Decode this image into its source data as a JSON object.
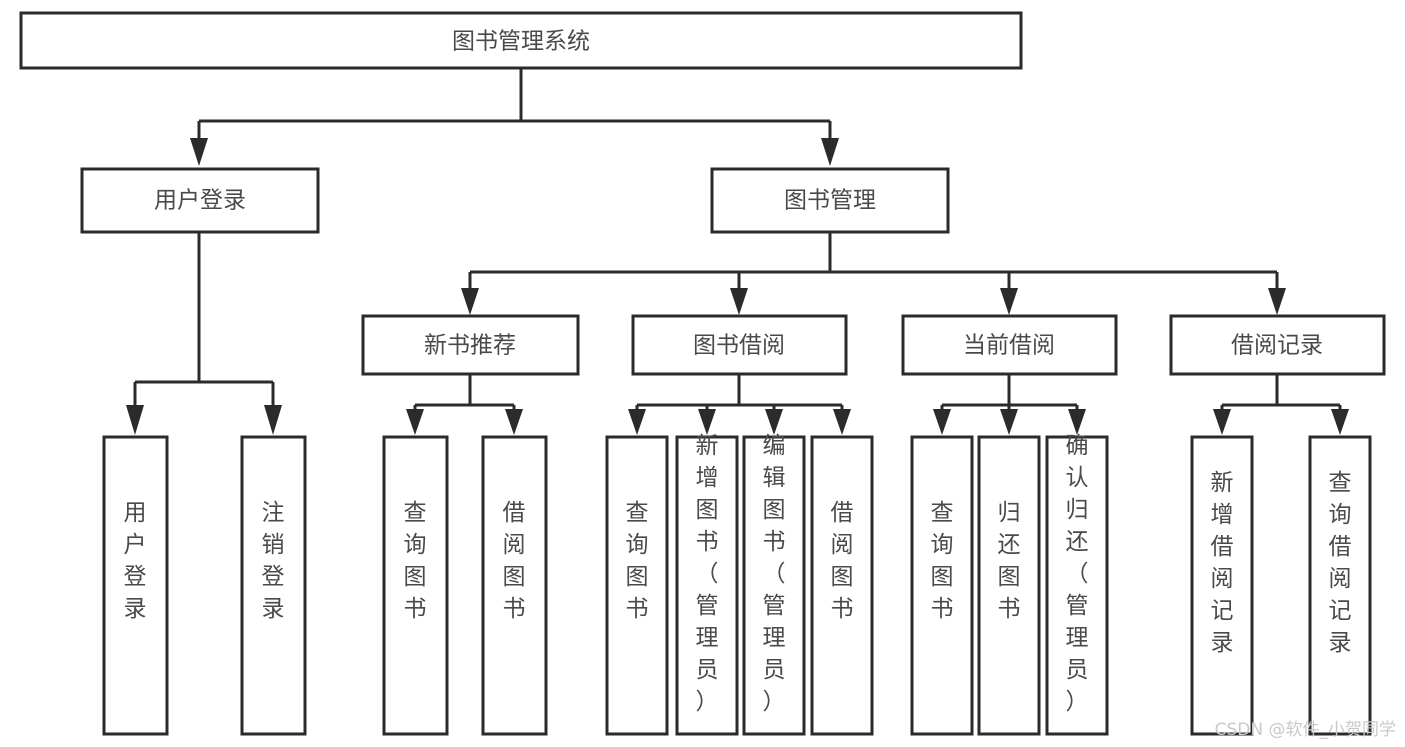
{
  "diagram": {
    "type": "tree-hierarchy",
    "title": "图书管理系统",
    "orientation": "top-down",
    "colors": {
      "box_stroke": "#2b2b2b",
      "box_fill": "#ffffff",
      "text": "#4a4a4a",
      "connector": "#2b2b2b",
      "watermark": "#c9c9c9",
      "background": "#ffffff"
    },
    "levels": {
      "root": {
        "label": "图书管理系统"
      },
      "level2": [
        {
          "label": "用户登录"
        },
        {
          "label": "图书管理"
        }
      ],
      "level3": [
        {
          "label": "新书推荐"
        },
        {
          "label": "图书借阅"
        },
        {
          "label": "当前借阅"
        },
        {
          "label": "借阅记录"
        }
      ],
      "leaves": {
        "user_login": [
          {
            "label": "用户登录"
          },
          {
            "label": "注销登录"
          }
        ],
        "new_book_recommend": [
          {
            "label": "查询图书"
          },
          {
            "label": "借阅图书"
          }
        ],
        "book_borrow": [
          {
            "label": "查询图书"
          },
          {
            "label": "新增图书（管理员）"
          },
          {
            "label": "编辑图书（管理员）"
          },
          {
            "label": "借阅图书"
          }
        ],
        "current_borrow": [
          {
            "label": "查询图书"
          },
          {
            "label": "归还图书"
          },
          {
            "label": "确认归还（管理员）"
          }
        ],
        "borrow_record": [
          {
            "label": "新增借阅记录"
          },
          {
            "label": "查询借阅记录"
          }
        ]
      }
    }
  },
  "watermark": {
    "text": "CSDN @软件_小贺同学"
  }
}
